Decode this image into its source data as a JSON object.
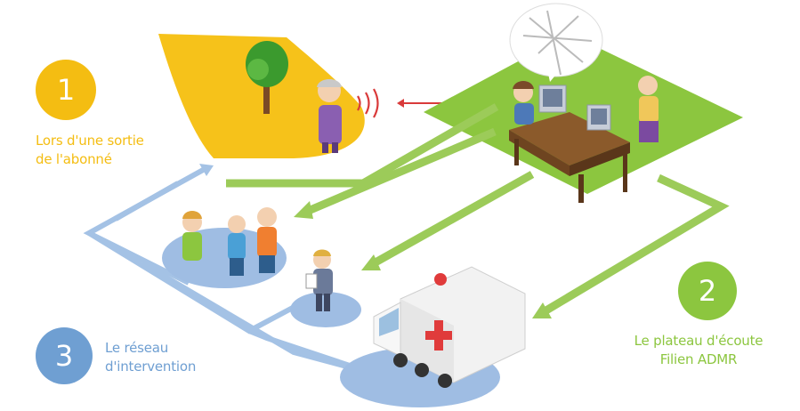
{
  "steps": [
    {
      "number": "1",
      "line1": "Lors d'une sortie",
      "line2": "de l'abonné",
      "color": "#f4bd12"
    },
    {
      "number": "2",
      "line1": "Le plateau d'écoute",
      "line2": "Filien ADMR",
      "color": "#8cc63f"
    },
    {
      "number": "3",
      "line1": "Le réseau",
      "line2": "d'intervention",
      "color": "#6f9fd2"
    }
  ],
  "colors": {
    "yellow": "#f4bd12",
    "green": "#8cc63f",
    "blue": "#9fbde3",
    "blue_dark": "#6f9fd2",
    "red": "#e03b3b"
  }
}
